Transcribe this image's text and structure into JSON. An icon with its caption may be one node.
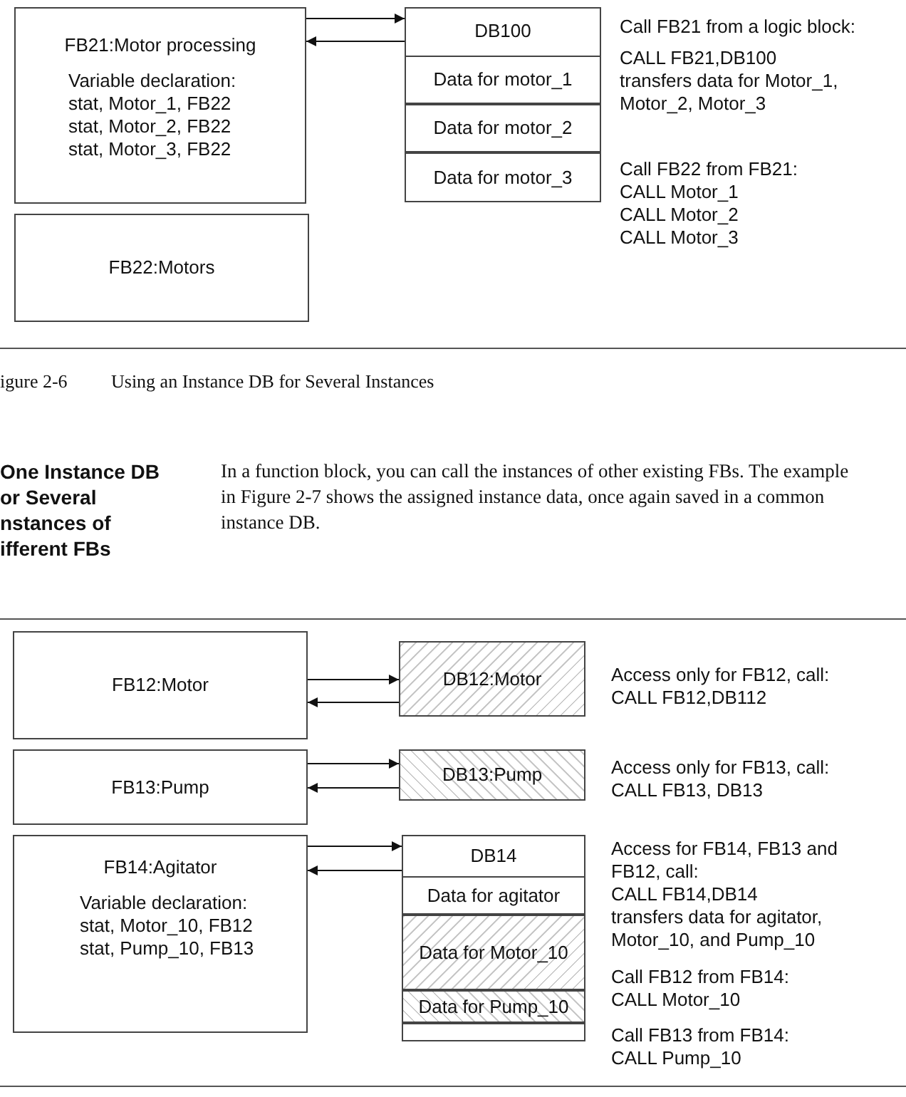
{
  "diagram": {
    "nodes": [
      {
        "text": [
          "FB21:Motor processing",
          "Variable declaration:",
          "stat, Motor_1, FB22",
          "stat, Motor_2, FB22",
          "stat, Motor_3, FB22"
        ]
      },
      {
        "text": [
          "DB100"
        ]
      },
      {
        "text": [
          "Data for motor_1"
        ],
        "in": 1
      },
      {
        "text": [
          "Data for motor_2"
        ],
        "in": 1
      },
      {
        "text": [
          "Data for motor_3"
        ],
        "in": 1
      },
      {
        "text": [
          "FB22:Motors"
        ]
      },
      {
        "text": [
          "FB12:Motor"
        ]
      },
      {
        "text": [
          "DB12:Motor"
        ]
      },
      {
        "text": [
          "FB13:Pump"
        ]
      },
      {
        "text": [
          "DB13:Pump"
        ]
      },
      {
        "text": [
          "FB14:Agitator",
          "Variable declaration:",
          "stat, Motor_10, FB12",
          "stat, Pump_10, FB13"
        ]
      },
      {
        "text": [
          "DB14"
        ]
      },
      {
        "text": [
          "Data for agitator"
        ],
        "in": 11
      },
      {
        "text": [
          "Data for Motor_10"
        ],
        "in": 11
      },
      {
        "text": [
          "Data for Pump_10"
        ],
        "in": 11
      },
      {
        "text": [],
        "shape": "box",
        "in": 11
      }
    ],
    "edges": [
      {
        "from": 0,
        "to": 1,
        "arrow": "to"
      },
      {
        "from": 1,
        "to": 0,
        "arrow": "to"
      },
      {
        "from": 6,
        "to": 7,
        "arrow": "to"
      },
      {
        "from": 7,
        "to": 6,
        "arrow": "to"
      },
      {
        "from": 8,
        "to": 9,
        "arrow": "to"
      },
      {
        "from": 9,
        "to": 8,
        "arrow": "to"
      },
      {
        "from": 10,
        "to": 11,
        "arrow": "to"
      },
      {
        "from": 11,
        "to": 10,
        "arrow": "to"
      }
    ],
    "labels": [
      "Call FB21 from a logic block:",
      "CALL FB21,DB100",
      "transfers data for Motor_1,",
      "Motor_2, Motor_3",
      "Call FB22 from FB21:",
      "CALL Motor_1",
      "CALL Motor_2",
      "CALL Motor_3",
      "igure 2-6",
      "Using an Instance DB for Several Instances",
      "One Instance DB",
      "or Several",
      "nstances of",
      "ifferent FBs",
      "In a function block, you can call the instances of other existing FBs. The example in Figure 2-7 shows the assigned instance data, once again saved in a common instance DB.",
      "Access only for FB12, call:",
      "CALL FB12,DB112",
      "Access only for FB13, call:",
      "CALL FB13, DB13",
      "Access for FB14, FB13 and",
      "FB12, call:",
      "CALL FB14,DB14",
      "transfers data for agitator,",
      "Motor_10, and Pump_10",
      "Call FB12 from FB14:",
      "CALL Motor_10",
      "Call FB13 from FB14:",
      "CALL Pump_10"
    ]
  }
}
